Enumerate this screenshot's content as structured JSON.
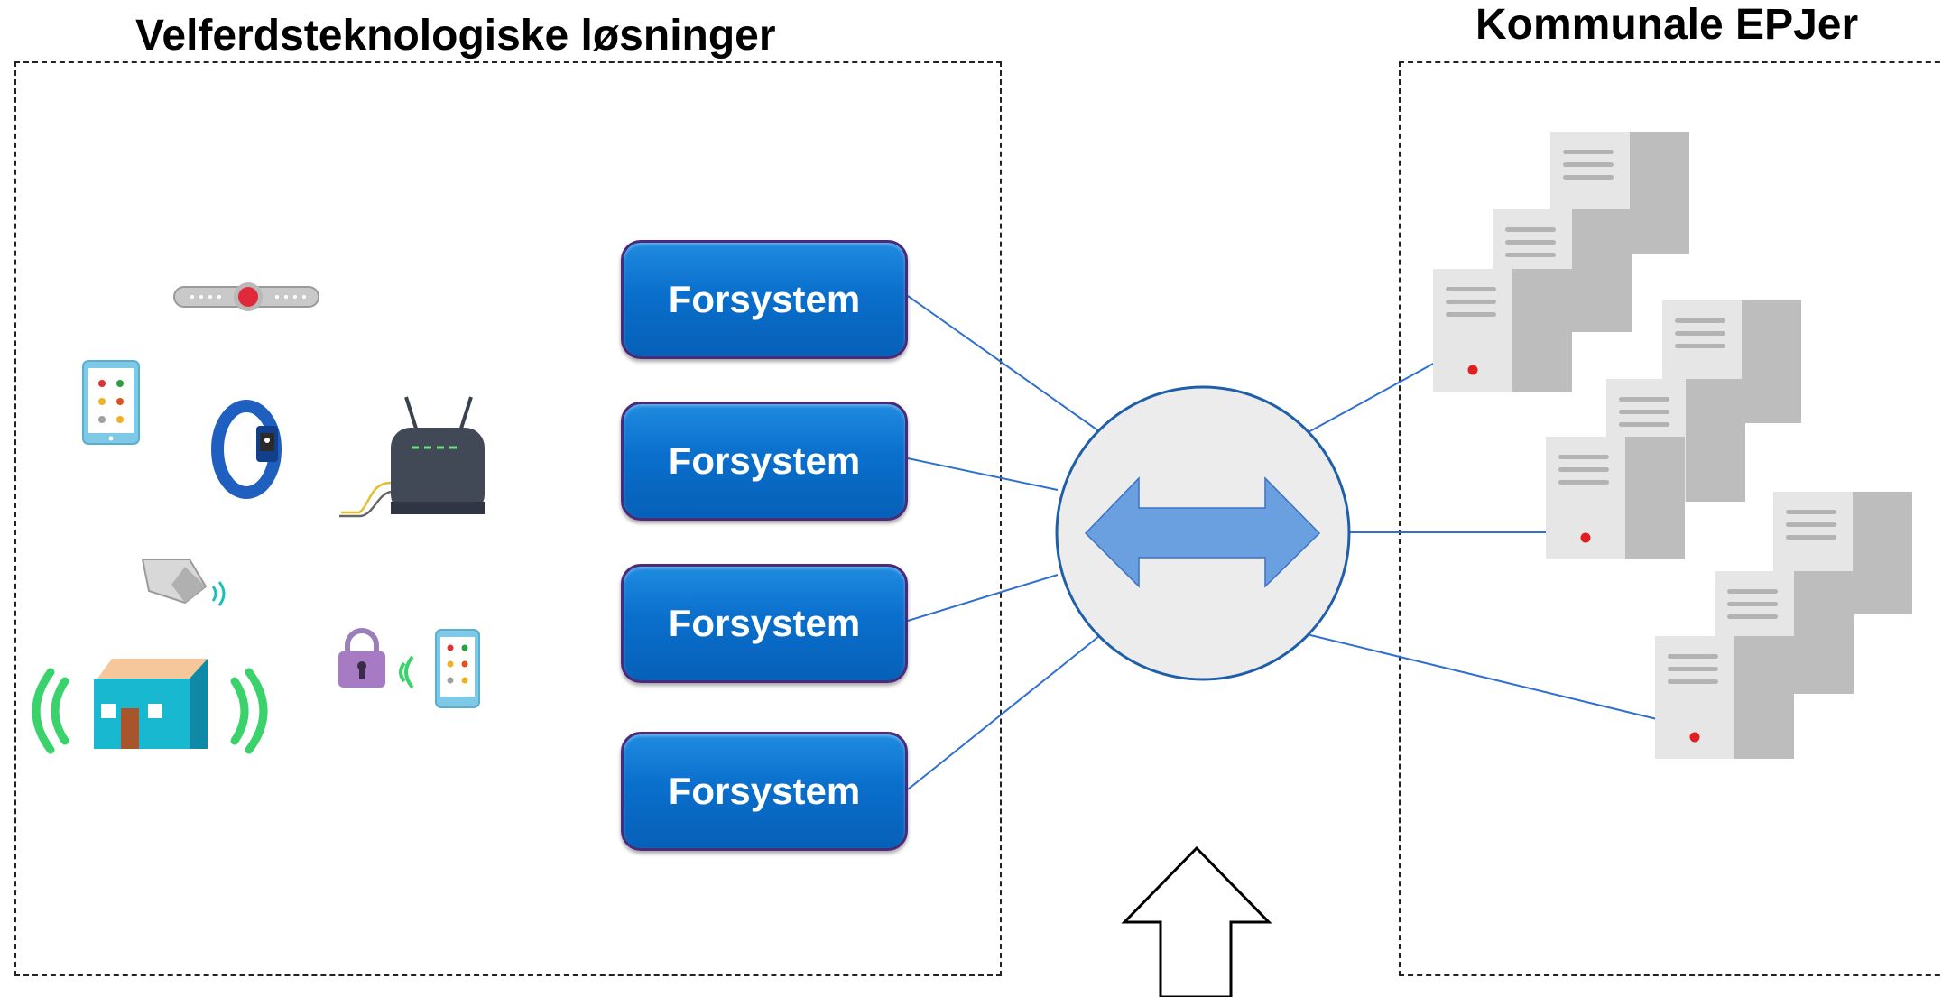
{
  "titles": {
    "left": "Velferdsteknologiske løsninger",
    "right": "Kommunale EPJer"
  },
  "forsystems": [
    {
      "label": "Forsystem"
    },
    {
      "label": "Forsystem"
    },
    {
      "label": "Forsystem"
    },
    {
      "label": "Forsystem"
    }
  ],
  "colors": {
    "box_fill": "#0a6fcc",
    "box_border": "#4b2a7a",
    "connector_line": "#2f6fd0",
    "hub_fill": "#ececec",
    "hub_border": "#1f5faa",
    "hub_arrow": "#6a9fe0",
    "server_light": "#e6e6e6",
    "server_dark": "#bdbdbd",
    "server_led": "#e02020"
  },
  "icons": [
    "alarm-wristband-icon",
    "tablet-icon",
    "fitness-band-icon",
    "router-icon",
    "door-sensor-icon",
    "smart-home-icon",
    "smart-lock-icon",
    "phone-icon",
    "server-icon",
    "up-arrow-icon"
  ]
}
